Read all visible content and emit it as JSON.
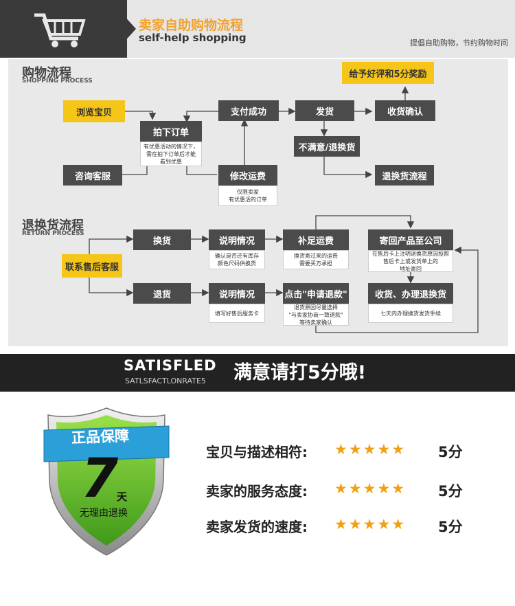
{
  "header": {
    "title_cn": "卖家自助购物流程",
    "title_en": "self-help shopping",
    "slogan": "提倡自助购物，节约购物时间"
  },
  "shopping": {
    "title_cn": "购物流程",
    "title_en": "SHOPPING PROCESS",
    "boxes": {
      "reward": "给予好评和5分奖励",
      "browse": "浏览宝贝",
      "order": "拍下订单",
      "pay": "支付成功",
      "ship": "发货",
      "receive": "收货确认",
      "unsatisfied": "不满意/退换货",
      "consult": "咨询客服",
      "modify": "修改运费",
      "return_flow": "退换货流程"
    },
    "notes": {
      "order": "有优惠活动的情况下，\n需在拍下订单后才能\n看到优惠",
      "modify": "仅限卖家\n有优惠活的订单"
    }
  },
  "returns": {
    "title_cn": "退换货流程",
    "title_en": "RETURN PROCESS",
    "boxes": {
      "contact": "联系售后客服",
      "exchange": "换货",
      "explain1": "说明情况",
      "add_fee": "补足运费",
      "send_back": "寄回产品至公司",
      "refund": "退货",
      "explain2": "说明情况",
      "click_refund": "点击\"申请退款\"",
      "receive_refund": "收货、办理退换货"
    },
    "notes": {
      "explain1": "确认是否还有库存\n颜色尺码供换货",
      "add_fee": "换货寄过来的运费\n需要买方承担",
      "send_back": "在售后卡上注明退换货原因投照\n售后卡上或发货单上的\n地址寄回",
      "explain2": "填写好售后服务卡",
      "click_refund": "退货原因尽量选择\n\"与卖家协商一致退款\"\n等待卖家确认",
      "receive_refund": "七天内办理换货发货手续"
    }
  },
  "satisfied": {
    "en_big": "SATISFLED",
    "en_small": "SATLSFACTLONRATE5",
    "cn": "满意请打5分哦!"
  },
  "badge": {
    "top": "正品保障",
    "number": "7",
    "unit": "天",
    "bottom": "无理由退换"
  },
  "ratings": [
    {
      "label": "宝贝与描述相符:",
      "stars": "★★★★★",
      "score": "5分"
    },
    {
      "label": "卖家的服务态度:",
      "stars": "★★★★★",
      "score": "5分"
    },
    {
      "label": "卖家发货的速度:",
      "stars": "★★★★★",
      "score": "5分"
    }
  ],
  "colors": {
    "accent_yellow": "#f5c518",
    "box_dark": "#4b4b4b",
    "badge_blue": "#2a9fd8",
    "badge_green": "#6cc62c",
    "star": "#f0a010"
  },
  "icons": [
    "shopping-cart-icon",
    "star-icon",
    "shield-badge-icon"
  ]
}
